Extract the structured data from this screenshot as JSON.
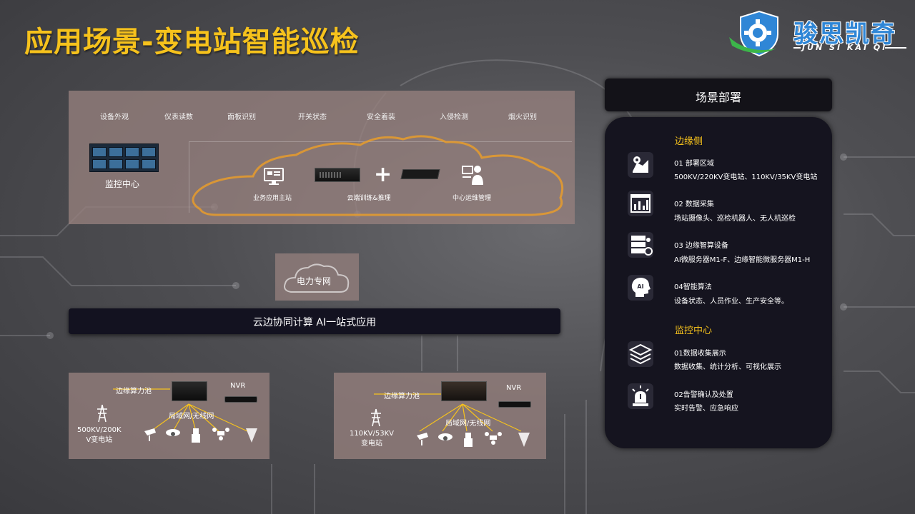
{
  "title": "应用场景-变电站智能巡检",
  "logo": {
    "cn": "骏思凯奇",
    "en": "JUN SI KAI QI"
  },
  "top_panel": {
    "captions": [
      "设备外观",
      "仪表读数",
      "面板识别",
      "开关状态",
      "安全着装",
      "入侵检测",
      "烟火识别"
    ],
    "monitor_label": "监控中心",
    "devices": {
      "business_host": "业务应用主站",
      "cloud_training": "云端训练&推理",
      "ops_management": "中心运维管理"
    }
  },
  "power_network": "电力专网",
  "cloud_bar": "云边协同计算  AI一站式应用",
  "sites": [
    {
      "pool": "边缘算力池",
      "nvr": "NVR",
      "lan": "局域网/无线网",
      "station_line1": "500KV/200K",
      "station_line2": "V变电站"
    },
    {
      "pool": "边缘算力池",
      "nvr": "NVR",
      "lan": "局域网/无线网",
      "station_line1": "110KV/53KV",
      "station_line2": "变电站"
    }
  ],
  "scene": {
    "header": "场景部署",
    "edge_title": "边缘侧",
    "edge_items": [
      {
        "title": "01  部署区域",
        "desc": "500KV/220KV变电站、110KV/35KV变电站",
        "icon": "map-pin-icon"
      },
      {
        "title": "02  数据采集",
        "desc": "场站摄像头、巡检机器人、无人机巡检",
        "icon": "chart-window-icon"
      },
      {
        "title": "03  边缘智算设备",
        "desc": "AI微服务器M1-F、边缘智能微服务器M1-H",
        "icon": "server-gear-icon"
      },
      {
        "title": "04智能算法",
        "desc": "设备状态、人员作业、生产安全等。",
        "icon": "ai-head-icon"
      }
    ],
    "monitor_title": "监控中心",
    "monitor_items": [
      {
        "title": "01数据收集展示",
        "desc": "数据收集、统计分析、可视化展示",
        "icon": "layers-icon"
      },
      {
        "title": "02告警确认及处置",
        "desc": "实时告警、应急响应",
        "icon": "alarm-light-icon"
      }
    ]
  },
  "colors": {
    "accent": "#f6c21c",
    "dark_panel": "#15141f",
    "brand_blue": "#2f86d6"
  }
}
